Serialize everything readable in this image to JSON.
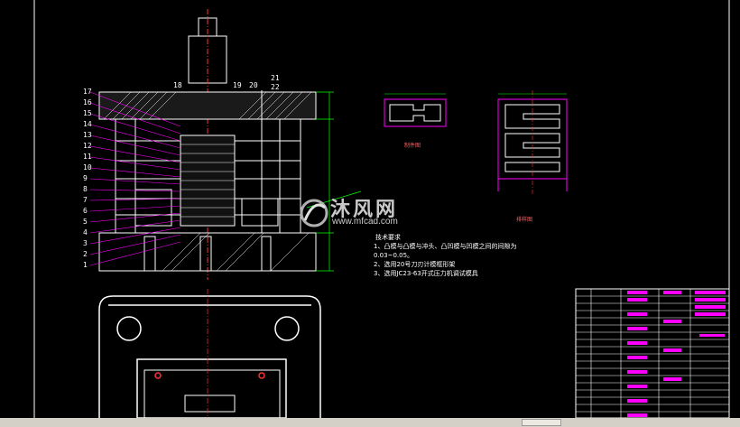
{
  "part_numbers": [
    "1",
    "2",
    "3",
    "4",
    "5",
    "6",
    "7",
    "8",
    "9",
    "10",
    "11",
    "12",
    "13",
    "14",
    "15",
    "16",
    "17"
  ],
  "top_numbers": [
    "18",
    "19",
    "20",
    "21",
    "22"
  ],
  "view_labels": {
    "blank": "制件图",
    "layout": "排样图"
  },
  "tech_requirements": {
    "title": "技术要求",
    "items": [
      "1、凸模与凸模与冲头、凸凹模与凹模之间的间隙为",
      "0.03~0.05。",
      "2、选用20号刀刃计模框形架",
      "3、选用JC23-63开式压力机调试模具"
    ]
  },
  "watermark": {
    "brand": "沐风网",
    "url": "www.mfcad.com"
  },
  "colors": {
    "background": "#000000",
    "lines": "#ffffff",
    "magenta": "#ff00ff",
    "green": "#00ff00",
    "red": "#ff3030",
    "scrollbar": "#d4d0c8"
  }
}
